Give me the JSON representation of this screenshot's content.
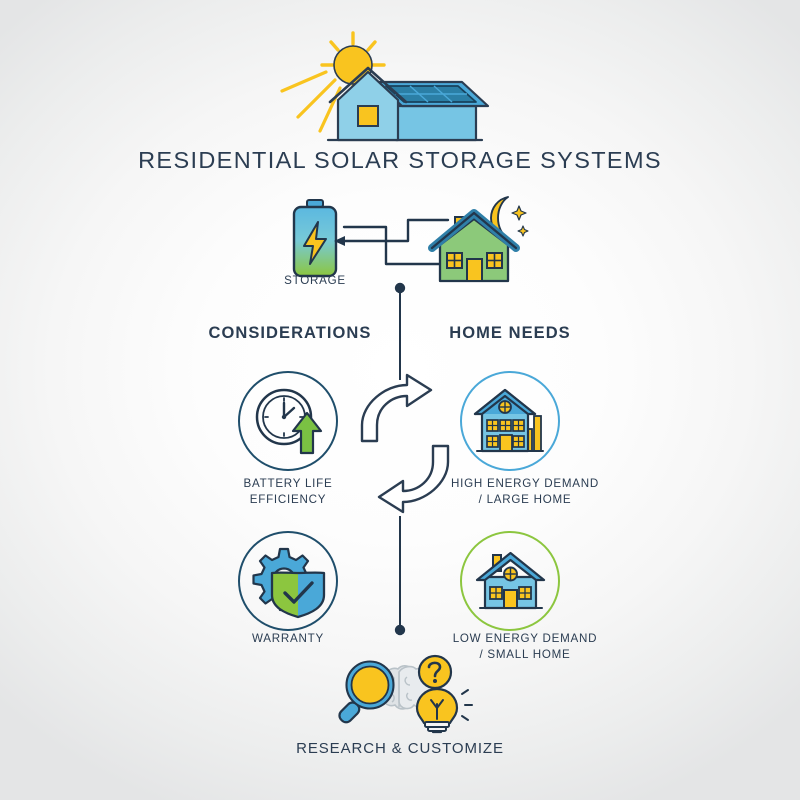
{
  "page": {
    "title": "RESIDENTIAL SOLAR STORAGE SYSTEMS",
    "bottom_label": "RESEARCH & CUSTOMIZE"
  },
  "colors": {
    "text_navy": "#2b3d52",
    "line_navy": "#22364b",
    "blue_light": "#76c5e4",
    "blue_mid": "#4aa8d8",
    "blue_dark": "#2f7fa8",
    "blue_panel": "#2b7fa6",
    "green": "#8cc63f",
    "green_mid": "#7ac143",
    "green_house": "#8cc97a",
    "yellow": "#f9c41f",
    "yellow_soft": "#f5c53d",
    "ring_navy": "#1f4e6b",
    "ring_green": "#8cc63f",
    "gray_brain": "#d8dde0",
    "background_edge": "#e4e5e6",
    "background_center": "#ffffff"
  },
  "top": {
    "icon_name": "solar-house-icon",
    "sun_name": "sun-icon",
    "panel_name": "solar-panel-icon"
  },
  "flow": {
    "storage": {
      "label": "STORAGE",
      "icon_name": "battery-icon"
    },
    "night_home": {
      "icon_name": "night-house-icon",
      "moon_name": "crescent-moon-icon"
    },
    "arrow_to_storage": "arrow-left",
    "arrow_to_home": "arrow-right"
  },
  "columns": {
    "left": {
      "heading": "CONSIDERATIONS",
      "items": [
        {
          "caption": "BATTERY LIFE\nEFFICIENCY",
          "icon_name": "clock-up-arrow-icon",
          "ring_color": "#1f4e6b"
        },
        {
          "caption": "WARRANTY",
          "icon_name": "gear-shield-check-icon",
          "ring_color": "#1f4e6b"
        }
      ]
    },
    "right": {
      "heading": "HOME NEEDS",
      "items": [
        {
          "caption": "HIGH ENERGY DEMAND\n/ LARGE HOME",
          "icon_name": "large-house-barchart-icon",
          "ring_color": "#4aa8d8"
        },
        {
          "caption": "LOW ENERGY DEMAND\n/ SMALL HOME",
          "icon_name": "small-house-icon",
          "ring_color": "#8cc63f"
        }
      ]
    }
  },
  "center": {
    "cycle_arrow_top": "cycle-arrow-clockwise",
    "cycle_arrow_bottom": "cycle-arrow-counterclockwise",
    "divider_name": "column-divider-line"
  },
  "bottom": {
    "icon_name": "research-magnifier-brain-bulb-icon",
    "magnifier_name": "magnifier-icon",
    "brain_name": "brain-icon",
    "question_name": "question-mark-badge-icon",
    "bulb_name": "lightbulb-icon"
  }
}
